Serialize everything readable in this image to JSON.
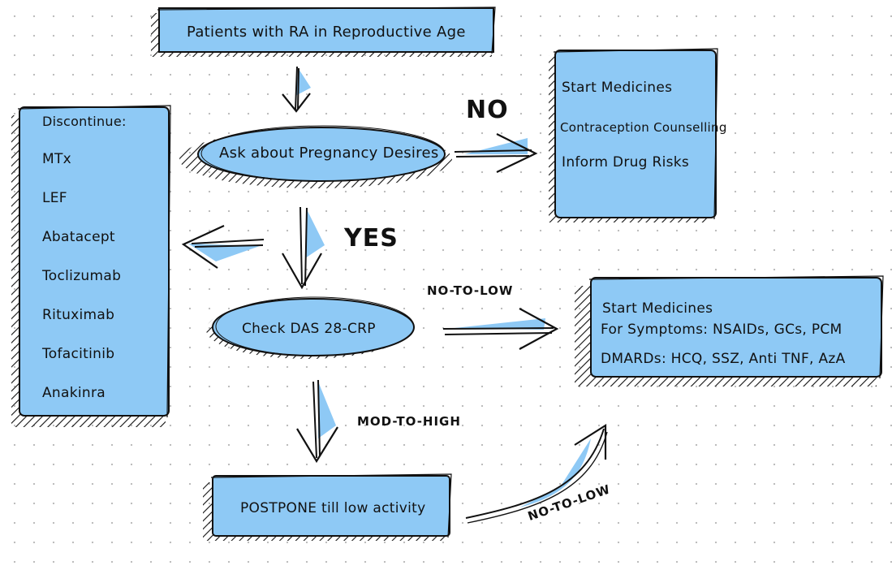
{
  "colors": {
    "box_fill": "#8ec9f5",
    "stroke": "#111111",
    "accent": "#8ec9f5"
  },
  "top": {
    "title": "Patients with RA in Reproductive Age"
  },
  "ask": {
    "label": "Ask about Pregnancy Desires"
  },
  "check": {
    "label": "Check DAS 28-CRP"
  },
  "postpone": {
    "label": "POSTPONE till low activity"
  },
  "no_branch": {
    "label": "NO",
    "items": [
      "Start Medicines",
      "Contraception Counselling",
      "Inform Drug Risks"
    ]
  },
  "yes_branch": {
    "label": "YES"
  },
  "discontinue": {
    "heading": "Discontinue:",
    "drugs": [
      "MTx",
      "LEF",
      "Abatacept",
      "Toclizumab",
      "Rituximab",
      "Tofacitinib",
      "Anakinra"
    ]
  },
  "treatment": {
    "line1": "Start Medicines",
    "line2": "For Symptoms: NSAIDs, GCs, PCM",
    "line3": "DMARDs: HCQ, SSZ, Anti TNF, AzA"
  },
  "labels": {
    "no_to_low_1": "NO-TO-LOW",
    "mod_to_high": "MOD-TO-HIGH",
    "no_to_low_2": "NO-TO-LOW"
  }
}
